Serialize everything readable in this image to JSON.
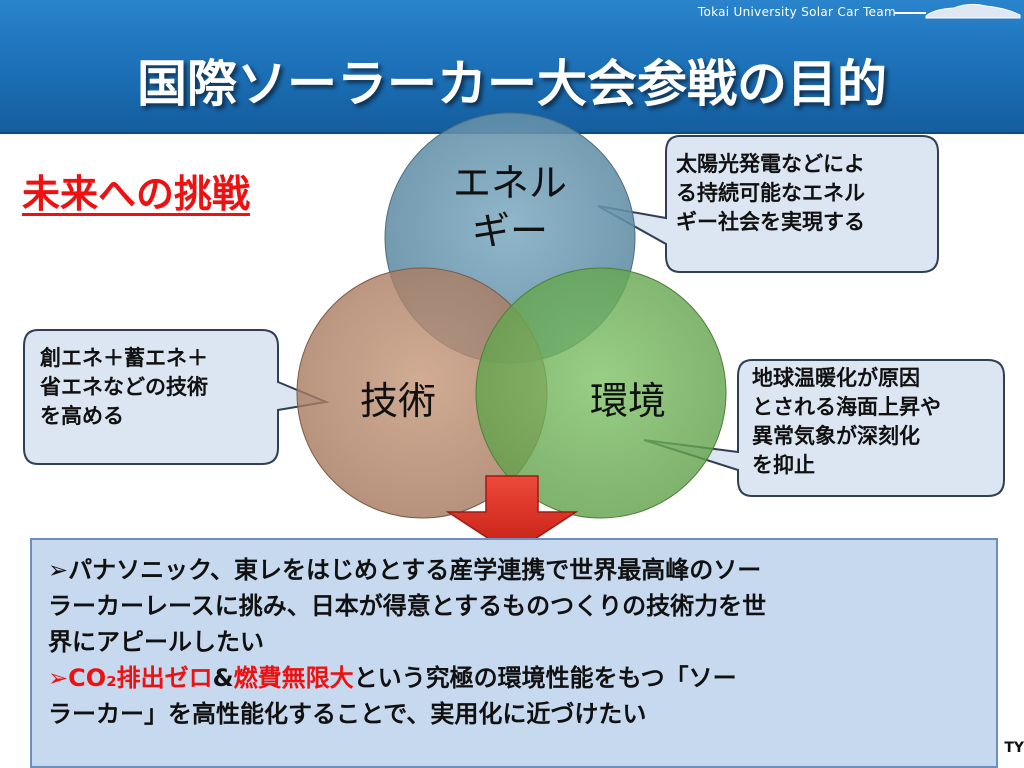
{
  "header": {
    "team_label": "Tokai University Solar Car Team",
    "title": "国際ソーラーカー大会参戦の目的"
  },
  "subtitle": "未来への挑戦",
  "venn": {
    "energy_line1": "エネル",
    "energy_line2": "ギー",
    "technology": "技術",
    "environment": "環境",
    "colors": {
      "energy": "#6e9bb3",
      "technology": "#b5866a",
      "environment": "#6fb158"
    }
  },
  "callouts": {
    "energy": [
      "太陽光発電などによ",
      "る持続可能なエネル",
      "ギー社会を実現する"
    ],
    "technology": [
      "創エネ＋蓄エネ＋",
      "省エネなどの技術",
      "を高める"
    ],
    "environment": [
      "地球温暖化が原因",
      "とされる海面上昇や",
      "異常気象が深刻化",
      "を抑止"
    ]
  },
  "bullets": {
    "b1_line1": "➢パナソニック、東レをはじめとする産学連携で世界最高峰のソー",
    "b1_line2": "ラーカーレースに挑み、日本が得意とするものつくりの技術力を世",
    "b1_line3": "界にアピールしたい",
    "b2_arrow": "➢",
    "b2_co2": "CO₂排出ゼロ",
    "b2_amp": "&",
    "b2_fuel": "燃費無限大",
    "b2_rest": "という究極の環境性能をもつ「ソー",
    "b2_line2": "ラーカー」を高性能化することで、実用化に近づけたい"
  },
  "corner_mark": "TY"
}
